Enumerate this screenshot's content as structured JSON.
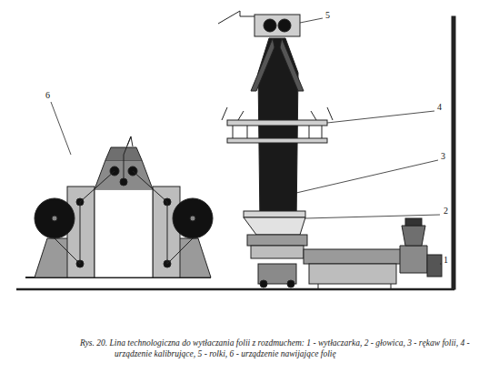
{
  "diagram": {
    "caption": "Rys. 20. Lina technologiczna do wytłaczania folii z rozdmuchem: 1 - wytłaczarka, 2 - głowica, 3 - rękaw folii, 4 - urządzenie kalibrujące, 5 - rolki, 6 - urządzenie nawijające folię",
    "labels": [
      "5",
      "4",
      "3",
      "2",
      "1",
      "6"
    ]
  }
}
